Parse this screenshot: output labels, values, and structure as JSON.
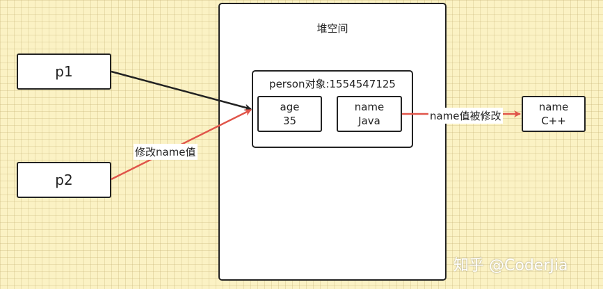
{
  "heap": {
    "title": "堆空间"
  },
  "object": {
    "title": "person对象:1554547125"
  },
  "refs": {
    "p1": "p1",
    "p2": "p2"
  },
  "fields": {
    "age": {
      "key": "age",
      "value": "35"
    },
    "name": {
      "key": "name",
      "value": "Java"
    }
  },
  "new_value": {
    "key": "name",
    "value": "C++"
  },
  "labels": {
    "modify": "修改name值",
    "modified": "name值被修改"
  },
  "watermark": "知乎 @CoderJia",
  "colors": {
    "black_arrow": "#222222",
    "red_arrow": "#e0554a",
    "background": "#fbf2c4"
  }
}
